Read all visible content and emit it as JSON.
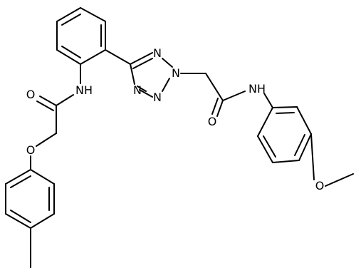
{
  "diagram": {
    "type": "chemical-structure",
    "colors": {
      "bond": "#000000",
      "label": "#000000",
      "background": "#ffffff"
    },
    "atom_labels": {
      "amide_o_left": "O",
      "amide_nh_left": "NH",
      "ether_o": "O",
      "tetrazole_n2": "N",
      "tetrazole_n3": "N",
      "tetrazole_n4": "N",
      "tetrazole_n5": "N",
      "amide_o_right": "O",
      "amide_nh_right": "NH",
      "methoxy_o": "O"
    }
  }
}
